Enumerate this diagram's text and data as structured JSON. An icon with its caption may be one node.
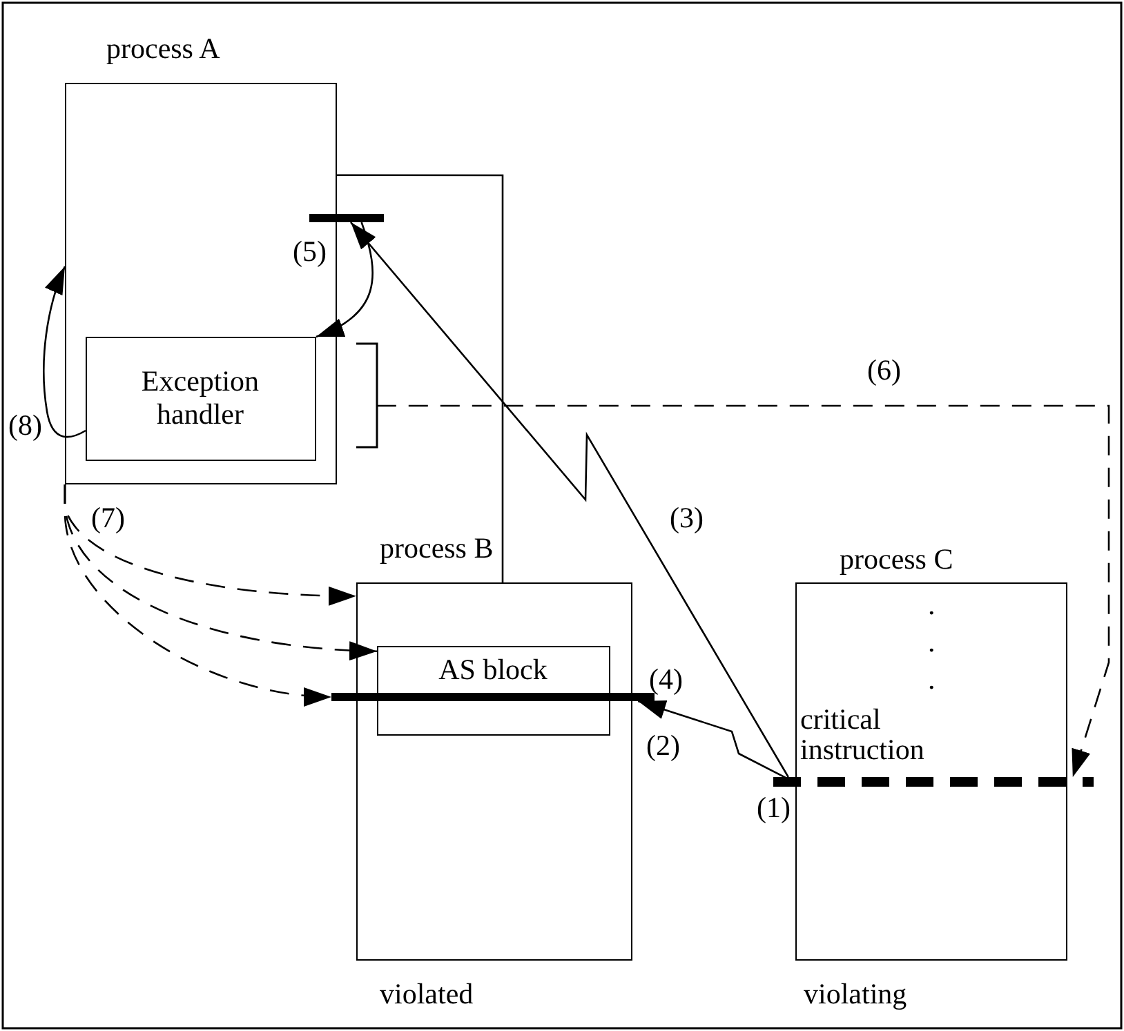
{
  "diagram": {
    "nodes": [
      {
        "text": [
          "process A"
        ]
      },
      {
        "text": [
          "Exception handler"
        ],
        "in": 0
      },
      {
        "text": [],
        "shape": "bar"
      },
      {
        "text": [
          "process B"
        ],
        "beside": [
          "violated"
        ]
      },
      {
        "text": [
          "AS block"
        ],
        "in": 3
      },
      {
        "text": [],
        "shape": "bar",
        "beside": [
          "(4)"
        ]
      },
      {
        "text": [
          "process C"
        ],
        "beside": [
          "violating"
        ]
      },
      {
        "text": [
          "critical instruction"
        ],
        "in": 6
      },
      {
        "text": [],
        "shape": "bar",
        "beside": [
          "(1)"
        ]
      }
    ],
    "edges": [
      {
        "from": 0,
        "to": 3,
        "arrow": "none"
      },
      {
        "from": 8,
        "to": 5,
        "arrow": "to",
        "label": "(2)"
      },
      {
        "from": 8,
        "to": 2,
        "arrow": "to",
        "label": "(3)"
      },
      {
        "from": 2,
        "to": 1,
        "arrow": "to",
        "label": "(5)"
      },
      {
        "from": 1,
        "to": 8,
        "arrow": "to",
        "label": "(6)",
        "style": "dashed"
      },
      {
        "from": 0,
        "to": 3,
        "arrow": "to",
        "label": "(7)",
        "style": "dashed"
      },
      {
        "from": 0,
        "to": 4,
        "arrow": "to",
        "style": "dashed"
      },
      {
        "from": 0,
        "to": 5,
        "arrow": "to",
        "style": "dashed"
      },
      {
        "from": 1,
        "to": 0,
        "arrow": "to",
        "label": "(8)"
      }
    ],
    "labels": [
      ".",
      ".",
      "."
    ]
  }
}
